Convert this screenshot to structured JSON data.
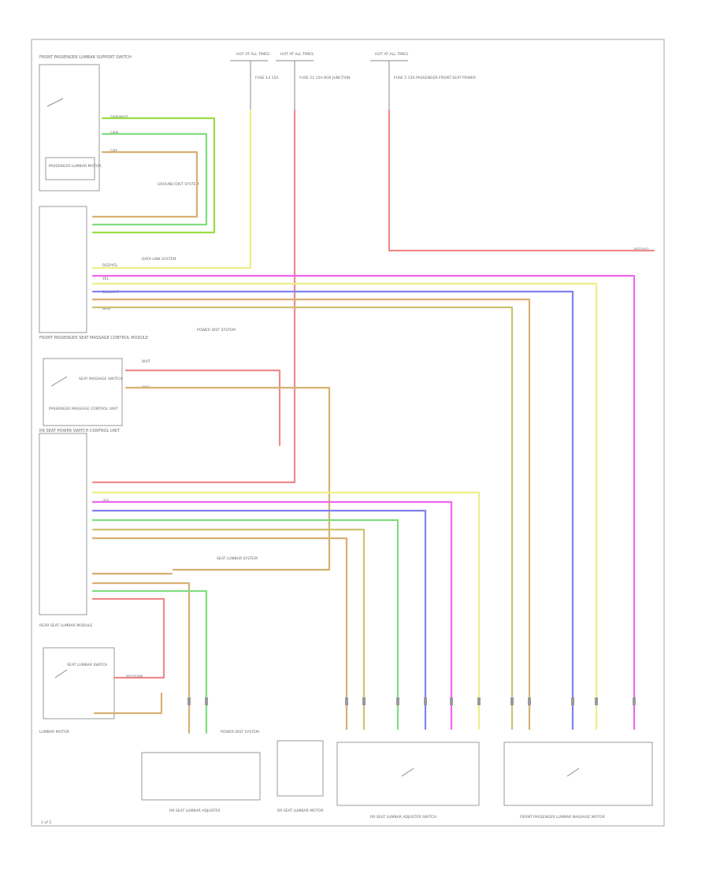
{
  "diagram": {
    "top_fuses": [
      {
        "hot_label": "HOT AT ALL TIMES",
        "fuse_label": "FUSE 14 15A"
      },
      {
        "hot_label": "HOT AT ALL TIMES",
        "fuse_label": "FUSE 22 15A BOX JUNCTION"
      },
      {
        "hot_label": "HOT AT ALL TIMES",
        "fuse_label": "FUSE 5 15A PASSENGER FRONT SEAT POWER"
      }
    ],
    "components": {
      "front_passenger_lumbar_switch": "FRONT PASSENGER LUMBAR SUPPORT SWITCH",
      "passenger_lumbar_motor": "PASSENGER LUMBAR MOTOR",
      "front_passenger_massage_module": "FRONT PASSENGER SEAT MASSAGE CONTROL MODULE",
      "seat_massage_switch": "SEAT MASSAGE SWITCH",
      "passenger_massage_control_unit": "PASSENGER MASSAGE CONTROL UNIT",
      "rear_right_seat_module": "RR SEAT POWER SWITCH CONTROL UNIT",
      "seat_lumbar_switch": "SEAT LUMBAR SWITCH",
      "rear_lumbar_module": "REAR SEAT LUMBAR MODULE",
      "lumbar_motor": "LUMBAR MOTOR",
      "rear_lumbar_adjuster": "RR SEAT LUMBAR ADJUSTER",
      "rear_lumbar_motor_unit": "RR SEAT LUMBAR MOTOR",
      "bottom_left_module": "RR SEAT LUMBAR ADJUSTER SWITCH",
      "bottom_right_module": "FRONT PASSENGER LUMBAR MASSAGE MOTOR",
      "ground_ref_1": "POWER DIST SYSTEM",
      "ground_ref_2": "GROUND DIST SYSTEM",
      "ground_ref_3": "DATA LINK SYSTEM",
      "ground_ref_4": "POWER DIST SYSTEM",
      "splice_ref": "SEAT LUMBAR SYSTEM",
      "right_edge_tag": "RED/YEL"
    },
    "wire_labels": {
      "grn_wht": "GRN/WHT",
      "grn": "GRN",
      "gry": "GRY",
      "red_yel": "RED/YEL",
      "blu_wht": "BLU/WHT",
      "brn": "BRN",
      "yel": "YEL",
      "vio": "VIO",
      "wht": "WHT",
      "org": "ORG",
      "red_grn": "RED/GRN"
    },
    "page_ref": "1 of 2",
    "colors": {
      "red": "#f08a8a",
      "pink": "#ee66ee",
      "yellow": "#eeee88",
      "tan": "#d8b070",
      "green": "#80dd80",
      "bright_green": "#99dd44",
      "blue": "#8080ee",
      "olive": "#d0c070"
    }
  }
}
